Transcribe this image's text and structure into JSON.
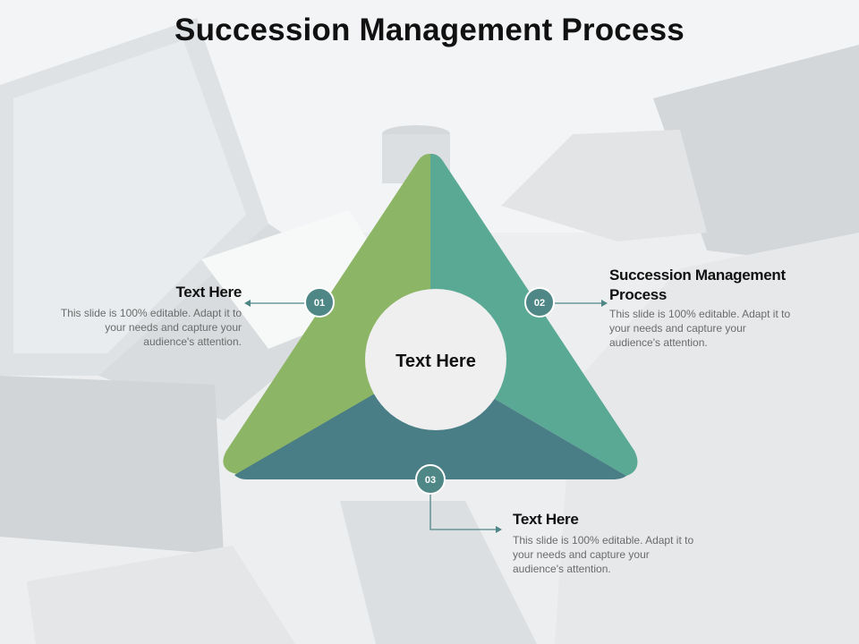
{
  "title": "Succession Management Process",
  "center_label": "Text Here",
  "colors": {
    "segment_left": "#8db566",
    "segment_right": "#5aa994",
    "segment_bottom": "#4a7e87",
    "badge": "#4f8686",
    "connector": "#4f8686"
  },
  "steps": [
    {
      "badge": "01",
      "heading": "Text Here",
      "body": "This slide is 100% editable. Adapt it to your needs and capture your audience's attention."
    },
    {
      "badge": "02",
      "heading": "Succession Management Process",
      "body": "This slide is 100% editable. Adapt it to your needs and capture your audience's attention."
    },
    {
      "badge": "03",
      "heading": "Text Here",
      "body": "This slide is 100% editable. Adapt it to your needs and capture your audience's attention."
    }
  ]
}
